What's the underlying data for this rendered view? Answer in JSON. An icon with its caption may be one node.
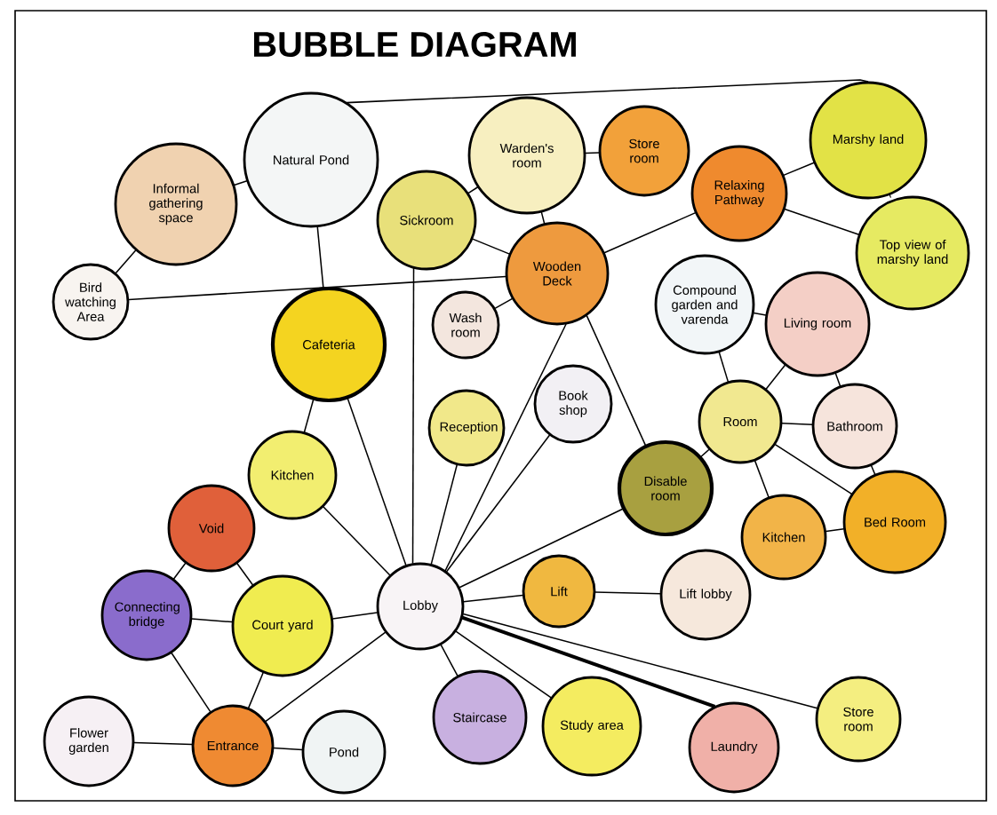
{
  "diagram": {
    "title": "BUBBLE DIAGRAM",
    "nodes": [
      {
        "text": [
          "Natural Pond"
        ]
      },
      {
        "text": [
          "Informal gathering space"
        ]
      },
      {
        "text": [
          "Bird watching Area"
        ]
      },
      {
        "text": [
          "Warden's room"
        ]
      },
      {
        "text": [
          "Store room"
        ]
      },
      {
        "text": [
          "Marshy land"
        ]
      },
      {
        "text": [
          "Relaxing Pathway"
        ]
      },
      {
        "text": [
          "Sickroom"
        ]
      },
      {
        "text": [
          "Wooden Deck"
        ]
      },
      {
        "text": [
          "Top view of marshy land"
        ]
      },
      {
        "text": [
          "Compound garden and varenda"
        ]
      },
      {
        "text": [
          "Living room"
        ]
      },
      {
        "text": [
          "Wash room"
        ]
      },
      {
        "text": [
          "Cafeteria"
        ]
      },
      {
        "text": [
          "Book shop"
        ]
      },
      {
        "text": [
          "Reception"
        ]
      },
      {
        "text": [
          "Room"
        ]
      },
      {
        "text": [
          "Bathroom"
        ]
      },
      {
        "text": [
          "Kitchen"
        ]
      },
      {
        "text": [
          "Disable room"
        ]
      },
      {
        "text": [
          "Void"
        ]
      },
      {
        "text": [
          "Kitchen"
        ]
      },
      {
        "text": [
          "Bed Room"
        ]
      },
      {
        "text": [
          "Connecting bridge"
        ]
      },
      {
        "text": [
          "Lobby"
        ]
      },
      {
        "text": [
          "Lift"
        ]
      },
      {
        "text": [
          "Lift lobby"
        ]
      },
      {
        "text": [
          "Court yard"
        ]
      },
      {
        "text": [
          "Staircase"
        ]
      },
      {
        "text": [
          "Study area"
        ]
      },
      {
        "text": [
          "Laundry"
        ]
      },
      {
        "text": [
          "Store room"
        ]
      },
      {
        "text": [
          "Flower garden"
        ]
      },
      {
        "text": [
          "Entrance"
        ]
      },
      {
        "text": [
          "Pond"
        ]
      }
    ],
    "edges": [
      {
        "from": 0,
        "to": 1,
        "arrow": "none"
      },
      {
        "from": 0,
        "to": 5,
        "arrow": "none"
      },
      {
        "from": 1,
        "to": 2,
        "arrow": "none"
      },
      {
        "from": 2,
        "to": 8,
        "arrow": "none"
      },
      {
        "from": 0,
        "to": 13,
        "arrow": "none"
      },
      {
        "from": 3,
        "to": 4,
        "arrow": "none"
      },
      {
        "from": 7,
        "to": 3,
        "arrow": "none"
      },
      {
        "from": 3,
        "to": 8,
        "arrow": "none"
      },
      {
        "from": 7,
        "to": 8,
        "arrow": "none"
      },
      {
        "from": 7,
        "to": 24,
        "arrow": "none"
      },
      {
        "from": 8,
        "to": 6,
        "arrow": "none"
      },
      {
        "from": 6,
        "to": 5,
        "arrow": "none"
      },
      {
        "from": 6,
        "to": 9,
        "arrow": "none"
      },
      {
        "from": 5,
        "to": 9,
        "arrow": "none",
        "style": "dashed"
      },
      {
        "from": 12,
        "to": 8,
        "arrow": "none"
      },
      {
        "from": 8,
        "to": 24,
        "arrow": "none"
      },
      {
        "from": 8,
        "to": 19,
        "arrow": "none"
      },
      {
        "from": 13,
        "to": 18,
        "arrow": "none"
      },
      {
        "from": 13,
        "to": 24,
        "arrow": "none"
      },
      {
        "from": 15,
        "to": 24,
        "arrow": "none"
      },
      {
        "from": 14,
        "to": 24,
        "arrow": "none"
      },
      {
        "from": 19,
        "to": 24,
        "arrow": "none"
      },
      {
        "from": 18,
        "to": 24,
        "arrow": "none"
      },
      {
        "from": 10,
        "to": 11,
        "arrow": "none"
      },
      {
        "from": 10,
        "to": 16,
        "arrow": "none"
      },
      {
        "from": 11,
        "to": 16,
        "arrow": "none"
      },
      {
        "from": 11,
        "to": 17,
        "arrow": "none"
      },
      {
        "from": 16,
        "to": 17,
        "arrow": "none"
      },
      {
        "from": 16,
        "to": 19,
        "arrow": "none"
      },
      {
        "from": 16,
        "to": 21,
        "arrow": "none"
      },
      {
        "from": 16,
        "to": 22,
        "arrow": "none"
      },
      {
        "from": 17,
        "to": 22,
        "arrow": "none"
      },
      {
        "from": 21,
        "to": 22,
        "arrow": "none"
      },
      {
        "from": 20,
        "to": 23,
        "arrow": "none"
      },
      {
        "from": 20,
        "to": 27,
        "arrow": "none"
      },
      {
        "from": 23,
        "to": 27,
        "arrow": "none"
      },
      {
        "from": 23,
        "to": 33,
        "arrow": "none"
      },
      {
        "from": 27,
        "to": 24,
        "arrow": "none"
      },
      {
        "from": 27,
        "to": 33,
        "arrow": "none"
      },
      {
        "from": 32,
        "to": 33,
        "arrow": "none"
      },
      {
        "from": 33,
        "to": 34,
        "arrow": "none"
      },
      {
        "from": 33,
        "to": 24,
        "arrow": "none"
      },
      {
        "from": 24,
        "to": 25,
        "arrow": "none"
      },
      {
        "from": 25,
        "to": 26,
        "arrow": "none"
      },
      {
        "from": 24,
        "to": 28,
        "arrow": "none"
      },
      {
        "from": 24,
        "to": 29,
        "arrow": "none"
      },
      {
        "from": 24,
        "to": 30,
        "arrow": "none",
        "style": "thick"
      },
      {
        "from": 24,
        "to": 31,
        "arrow": "none"
      }
    ]
  }
}
